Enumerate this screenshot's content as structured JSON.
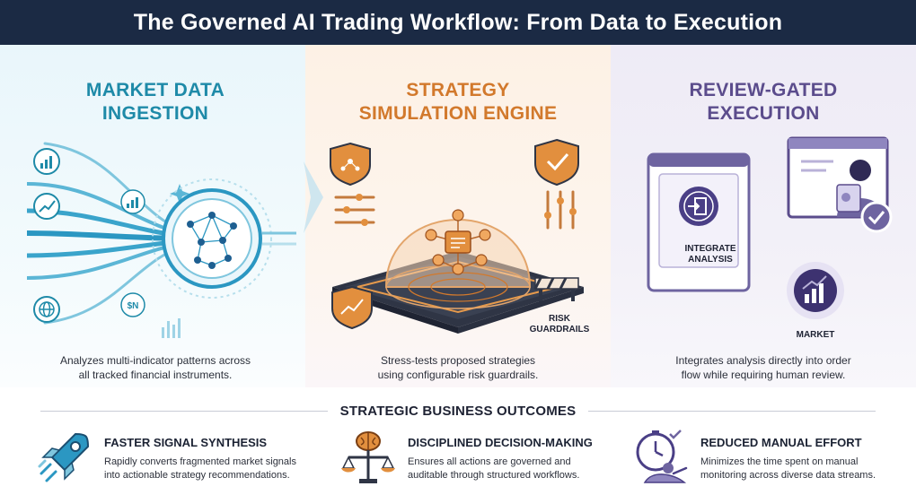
{
  "title": "The Governed AI Trading Workflow: From Data to Execution",
  "stages": [
    {
      "heading": "MARKET DATA\nINGESTION",
      "description": "Analyzes multi-indicator patterns across\nall tracked financial instruments.",
      "accent": "#1e8aa8"
    },
    {
      "heading": "STRATEGY\nSIMULATION ENGINE",
      "description": "Stress-tests proposed strategies\nusing configurable risk guardrails.",
      "accent": "#d2792c",
      "badge_label": "RISK\nGUARDRAILS"
    },
    {
      "heading": "REVIEW-GATED\nEXECUTION",
      "description": "Integrates analysis directly into order\nflow while requiring human review.",
      "accent": "#5b4c8c",
      "panel_label": "INTEGRATE\nANALYSIS",
      "market_label": "MARKET"
    }
  ],
  "outcomes_title": "STRATEGIC BUSINESS OUTCOMES",
  "outcomes": [
    {
      "title": "FASTER SIGNAL SYNTHESIS",
      "text": "Rapidly converts fragmented market signals\ninto actionable strategy recommendations.",
      "icon": "rocket-icon"
    },
    {
      "title": "DISCIPLINED DECISION-MAKING",
      "text": "Ensures all actions are governed and\nauditable through structured workflows.",
      "icon": "brain-scale-icon"
    },
    {
      "title": "REDUCED MANUAL EFFORT",
      "text": "Minimizes the time spent on manual\nmonitoring across diverse data streams.",
      "icon": "relaxing-stopwatch-icon"
    }
  ],
  "icon_glyphs": {
    "dollar": "$N"
  }
}
